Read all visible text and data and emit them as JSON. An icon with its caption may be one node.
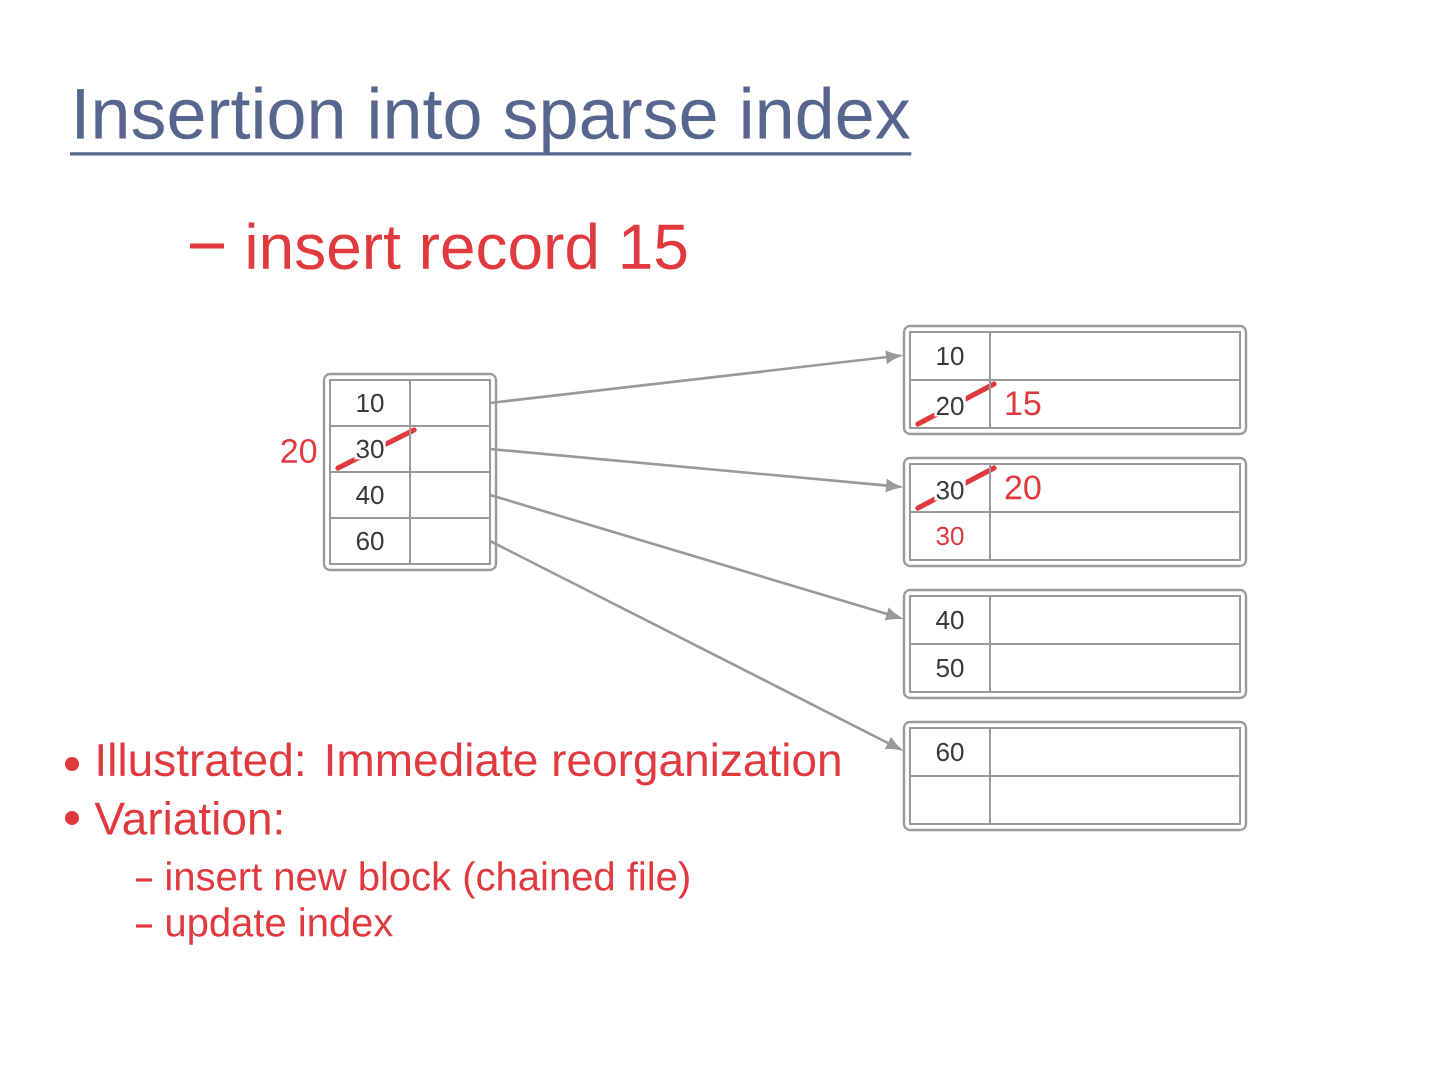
{
  "diagram": {
    "title": "Insertion into sparse index",
    "nodes": [
      {
        "text": [],
        "shape": "box"
      },
      {
        "text": [
          "10"
        ],
        "in": 0
      },
      {
        "text": [
          "30"
        ],
        "beside": [
          "20"
        ],
        "in": 0
      },
      {
        "text": [
          "40"
        ],
        "in": 0
      },
      {
        "text": [
          "60"
        ],
        "in": 0
      },
      {
        "text": [],
        "shape": "box"
      },
      {
        "text": [
          "10"
        ],
        "in": 5
      },
      {
        "text": [
          "20",
          "15"
        ],
        "in": 5
      },
      {
        "text": [],
        "shape": "box"
      },
      {
        "text": [
          "30",
          "20"
        ],
        "in": 8
      },
      {
        "text": [
          "30"
        ],
        "in": 8
      },
      {
        "text": [],
        "shape": "box"
      },
      {
        "text": [
          "40"
        ],
        "in": 11
      },
      {
        "text": [
          "50"
        ],
        "in": 11
      },
      {
        "text": [],
        "shape": "box"
      },
      {
        "text": [
          "60"
        ],
        "in": 14
      },
      {
        "text": [],
        "shape": "box",
        "in": 14
      }
    ],
    "edges": [
      {
        "from": 1,
        "to": 5,
        "arrow": "to"
      },
      {
        "from": 2,
        "to": 8,
        "arrow": "to"
      },
      {
        "from": 3,
        "to": 11,
        "arrow": "to"
      },
      {
        "from": 4,
        "to": 14,
        "arrow": "to"
      }
    ],
    "labels": [
      "insert record 15",
      "Illustrated: Immediate reorganization",
      "Variation:",
      "insert new block (chained file)",
      "update index"
    ]
  }
}
